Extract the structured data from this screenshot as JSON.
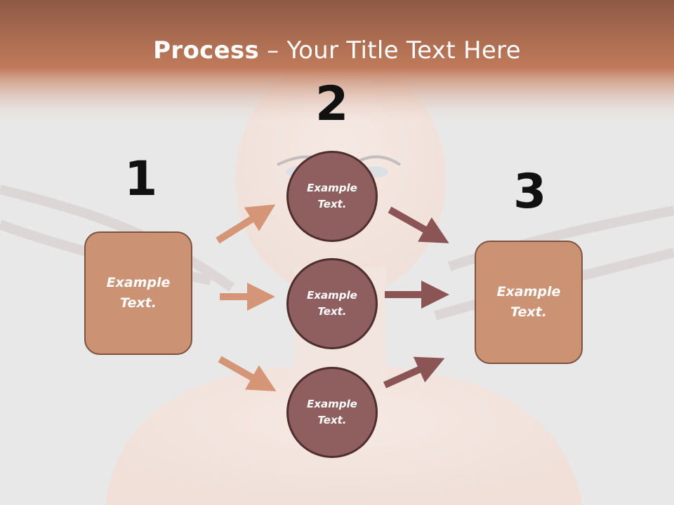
{
  "title": {
    "bold": "Process",
    "rest": " – Your Title Text Here"
  },
  "steps": [
    {
      "number": "1",
      "text": "Example\nText."
    },
    {
      "number": "2",
      "text": ""
    },
    {
      "number": "3",
      "text": "Example\nText."
    }
  ],
  "circles": [
    {
      "text": "Example\nText."
    },
    {
      "text": "Example\nText."
    },
    {
      "text": "Example\nText."
    }
  ],
  "colors": {
    "header": "#b8714f",
    "box_fill": "#cc9274",
    "box_border": "#7b5340",
    "circle_fill": "#8f5e5e",
    "circle_border": "#4f2e2e",
    "arrow_left": "#d49676",
    "arrow_right": "#8c5555"
  }
}
